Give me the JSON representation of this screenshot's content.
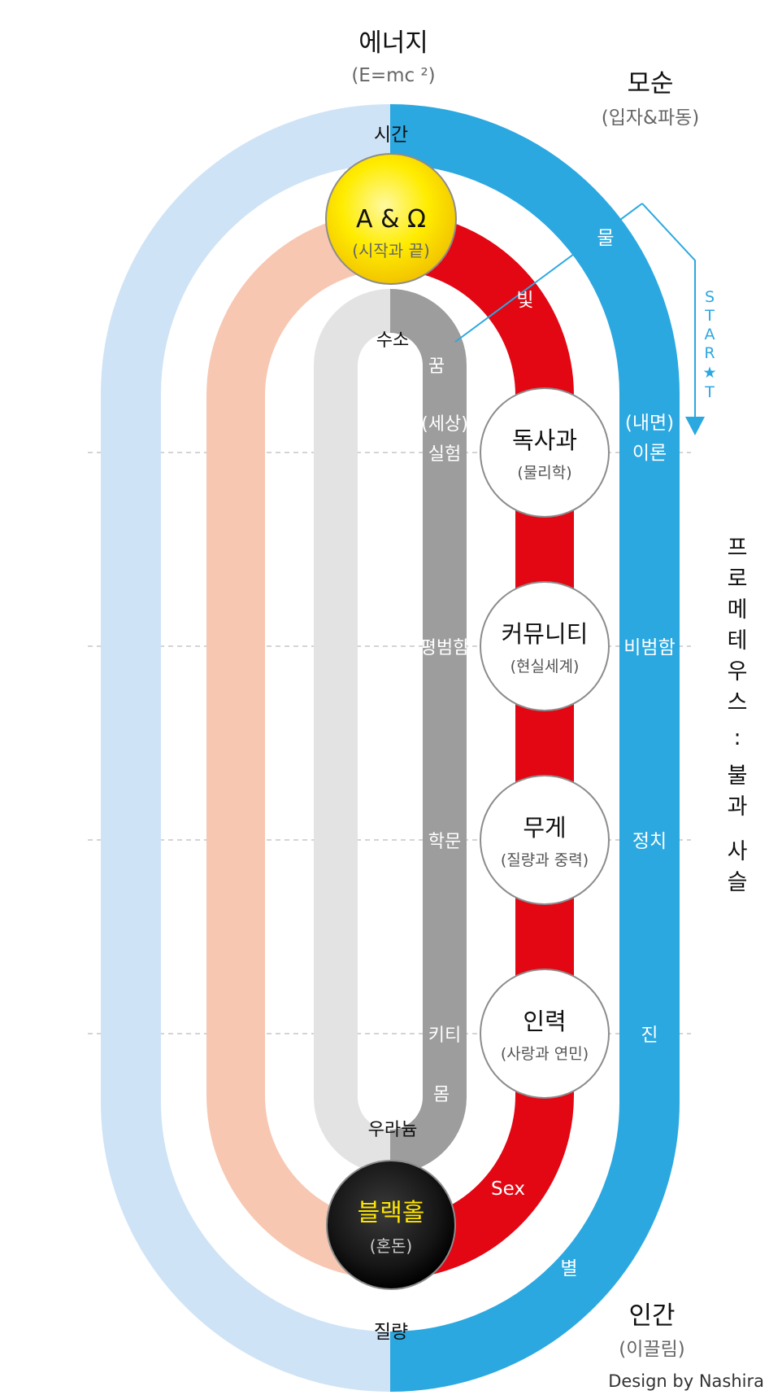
{
  "energy": {
    "title": "에너지",
    "sub": "(E=mc ²)"
  },
  "contradiction": {
    "title": "모순",
    "sub": "(입자&파동)"
  },
  "human": {
    "title": "인간",
    "sub": "(이끌림)"
  },
  "credit": "Design by Nashira",
  "vertical_title": [
    "프",
    "로",
    "메",
    "테",
    "우",
    "스",
    ":",
    "불",
    "과",
    "사",
    "슬"
  ],
  "start": [
    "S",
    "T",
    "A",
    "R",
    "★",
    "T"
  ],
  "outer": {
    "time": "시간",
    "mass": "질량",
    "water": "물",
    "star": "별"
  },
  "right_labels": {
    "theory_line1": "(내면)",
    "theory_line2": "이론",
    "extraordinary": "비범함",
    "politics": "정치",
    "truth": "진"
  },
  "red_labels": {
    "light": "빛",
    "sex": "Sex"
  },
  "inner": {
    "hydrogen": "수소",
    "uranium": "우라늄"
  },
  "gray_labels": {
    "dream": "꿈",
    "exp_line1": "(세상)",
    "exp_line2": "실험",
    "ordinary": "평범함",
    "study": "학문",
    "kitty": "키티",
    "body": "몸"
  },
  "alpha_omega": {
    "title": "A & Ω",
    "sub": "(시작과 끝)"
  },
  "blackhole": {
    "title": "블랙홀",
    "sub": "(혼돈)"
  },
  "nodes": [
    {
      "title": "독사과",
      "sub": "(물리학)"
    },
    {
      "title": "커뮤니티",
      "sub": "(현실세계)"
    },
    {
      "title": "무게",
      "sub": "(질량과 중력)"
    },
    {
      "title": "인력",
      "sub": "(사랑과 연민)"
    }
  ],
  "colors": {
    "light_blue": "#cfe3f6",
    "blue": "#2ba8e0",
    "peach": "#f7c7b2",
    "red": "#e30613",
    "light_gray": "#e3e3e3",
    "gray": "#9d9d9d",
    "yellow": "#ffe600",
    "black": "#1a1a1a"
  }
}
